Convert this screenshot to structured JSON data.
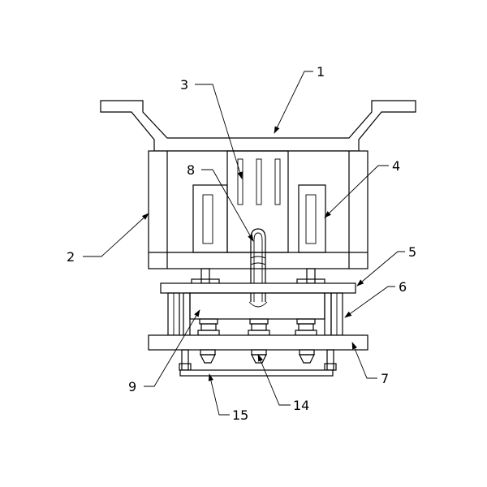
{
  "labels": {
    "l1": "1",
    "l2": "2",
    "l3": "3",
    "l4": "4",
    "l5": "5",
    "l6": "6",
    "l7": "7",
    "l8": "8",
    "l9": "9",
    "l14": "14",
    "l15": "15"
  }
}
